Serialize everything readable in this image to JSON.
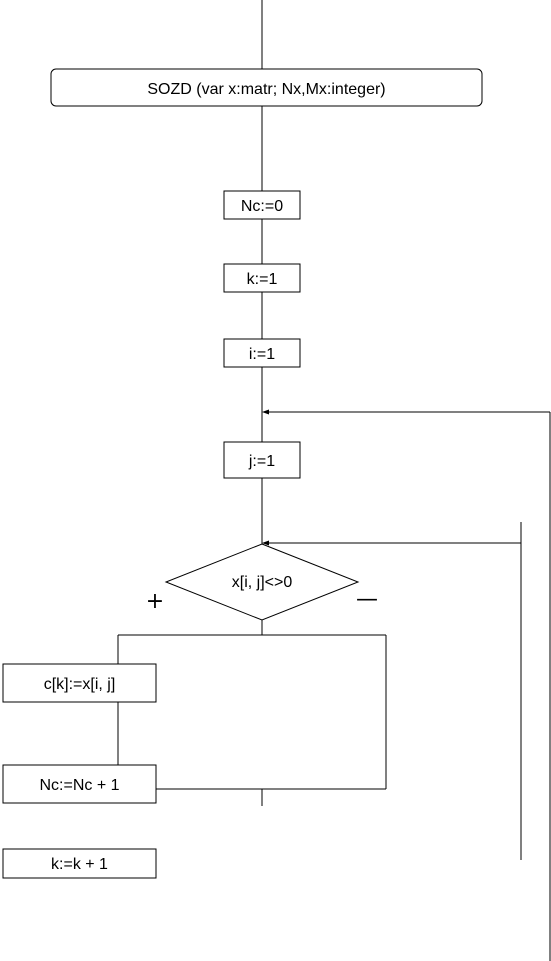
{
  "diagram": {
    "colors": {
      "stroke": "#000000",
      "background": "#ffffff",
      "text": "#000000"
    },
    "nodes": {
      "header": {
        "label": "SOZD (var x:matr; Nx,Mx:integer)"
      },
      "nc_init": {
        "label": "Nc:=0"
      },
      "k_init": {
        "label": "k:=1"
      },
      "i_init": {
        "label": "i:=1"
      },
      "j_init": {
        "label": "j:=1"
      },
      "condition": {
        "label": "x[i, j]<>0"
      },
      "assign_c": {
        "label": "c[k]:=x[i, j]"
      },
      "nc_inc": {
        "label": "Nc:=Nc + 1"
      },
      "k_inc": {
        "label": "k:=k + 1"
      }
    },
    "branches": {
      "yes": "+",
      "no": "—"
    }
  }
}
